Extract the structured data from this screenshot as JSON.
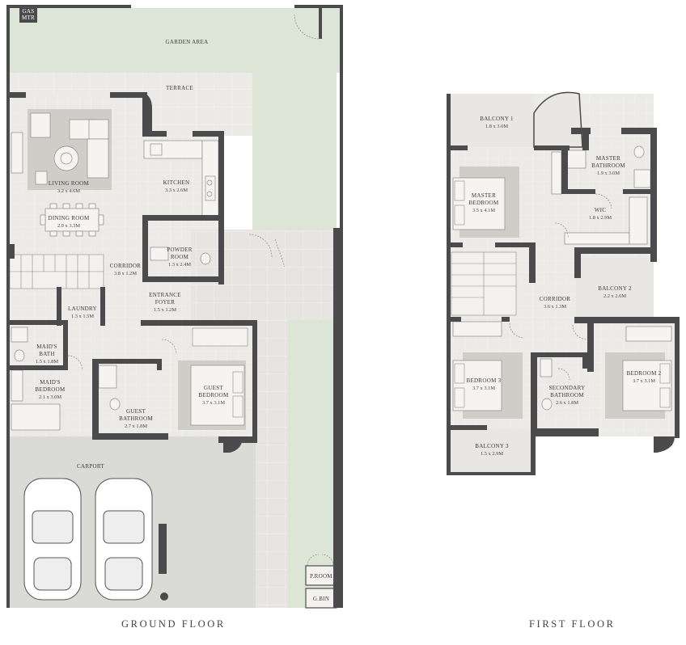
{
  "floors": {
    "ground": {
      "title": "GROUND FLOOR",
      "rooms": {
        "gas_meter": {
          "name": "GAS",
          "name2": "MTR"
        },
        "garden": {
          "name": "GARDEN AREA"
        },
        "terrace": {
          "name": "TERRACE"
        },
        "living": {
          "name": "LIVING ROOM",
          "dims": "3.2 x 4.6M"
        },
        "kitchen": {
          "name": "KITCHEN",
          "dims": "3.3 x 2.6M"
        },
        "dining": {
          "name": "DINING ROOM",
          "dims": "2.0 x 3.3M"
        },
        "powder": {
          "name": "POWDER",
          "name2": "ROOM",
          "dims": "1.3 x 2.4M"
        },
        "corridor": {
          "name": "CORRIDOR",
          "dims": "3.8 x 1.2M"
        },
        "entrance": {
          "name": "ENTRANCE",
          "name2": "FOYER",
          "dims": "1.5 x 1.2M"
        },
        "laundry": {
          "name": "LAUNDRY",
          "dims": "1.3 x 1.5M"
        },
        "maids_bath": {
          "name": "MAID'S",
          "name2": "BATH",
          "dims": "1.5 x 1.8M"
        },
        "maids_bedroom": {
          "name": "MAID'S",
          "name2": "BEDROOM",
          "dims": "2.1 x 3.0M"
        },
        "guest_bedroom": {
          "name": "GUEST",
          "name2": "BEDROOM",
          "dims": "3.7 x 3.1M"
        },
        "guest_bathroom": {
          "name": "GUEST",
          "name2": "BATHROOM",
          "dims": "2.7 x 1.8M"
        },
        "carport": {
          "name": "CARPORT"
        },
        "proom": {
          "name": "P.ROOM"
        },
        "gbin": {
          "name": "G.BIN"
        }
      }
    },
    "first": {
      "title": "FIRST FLOOR",
      "rooms": {
        "balcony1": {
          "name": "BALCONY 1",
          "dims": "1.8 x 3.0M"
        },
        "master_bath": {
          "name": "MASTER",
          "name2": "BATHROOM",
          "dims": "1.9 x 3.0M"
        },
        "master_bedroom": {
          "name": "MASTER",
          "name2": "BEDROOM",
          "dims": "3.5 x 4.1M"
        },
        "wic": {
          "name": "WIC",
          "dims": "1.8 x 2.9M"
        },
        "balcony2": {
          "name": "BALCONY 2",
          "dims": "2.2 x 2.6M"
        },
        "corridor": {
          "name": "CORRIDOR",
          "dims": "3.6 x 1.3M"
        },
        "bedroom3": {
          "name": "BEDROOM 3",
          "dims": "3.7 x 3.1M"
        },
        "secondary_bath": {
          "name": "SECONDARY",
          "name2": "BATHROOM",
          "dims": "2.6 x 1.8M"
        },
        "bedroom2": {
          "name": "BEDROOM 2",
          "dims": "3.7 x 3.1M"
        },
        "balcony3": {
          "name": "BALCONY 3",
          "dims": "1.5 x 2.9M"
        }
      }
    }
  },
  "colors": {
    "wall": "#4b4b4d",
    "floor": "#ebeae6",
    "garden": "#dde5d6",
    "terrace": "#e9e8e4",
    "carport": "#dadad7",
    "rug": "#cfcdc8"
  }
}
